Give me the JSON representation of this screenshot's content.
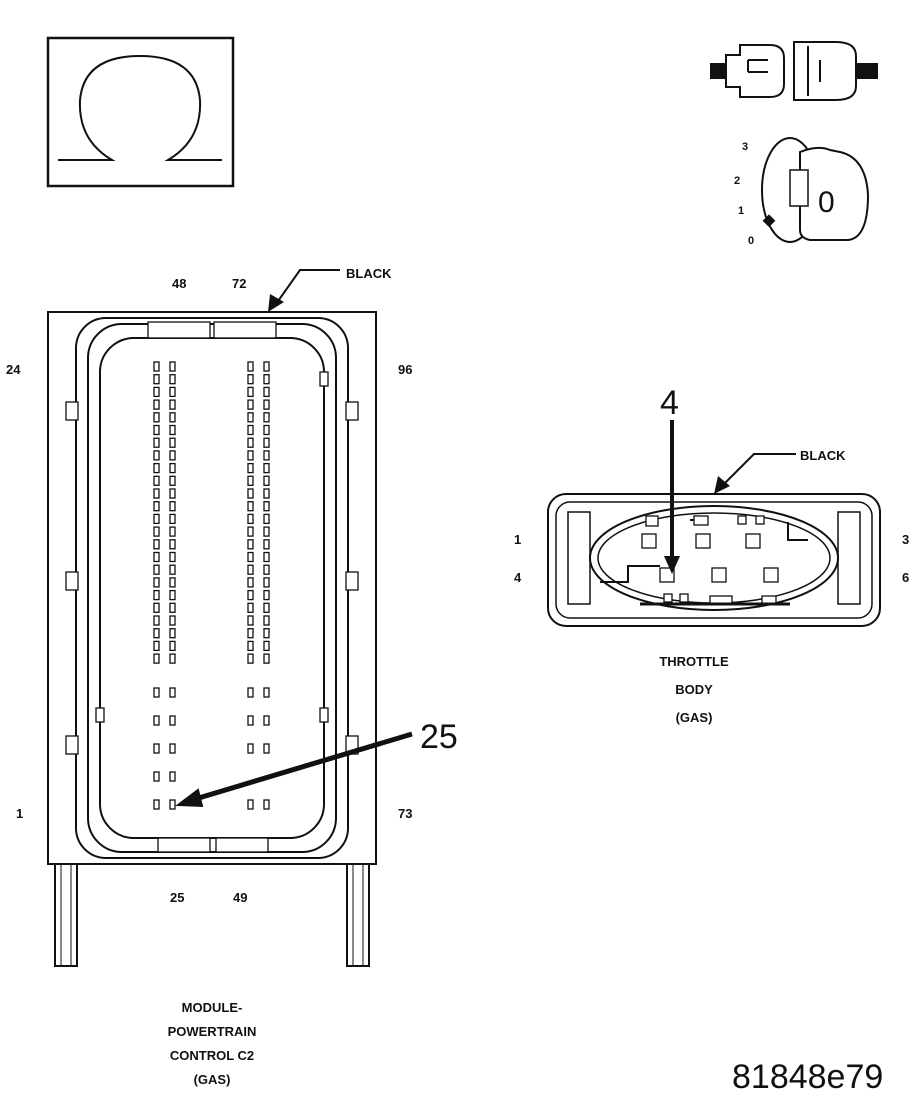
{
  "ohm_icon": {
    "symbol": "Ω",
    "name": "ohmmeter-icon"
  },
  "connector_icon": {
    "name": "connector-disconnected-icon"
  },
  "ignition_icon": {
    "positions": [
      "3",
      "2",
      "1",
      "0"
    ],
    "key_label": "0"
  },
  "pcm_connector": {
    "color_label": "BLACK",
    "pin_labels": {
      "top_left": "48",
      "top_right": "72",
      "left_top": "24",
      "right_top": "96",
      "left_bottom": "1",
      "right_bottom": "73",
      "bottom_left": "25",
      "bottom_right": "49"
    },
    "callout_pin": "25",
    "caption": [
      "MODULE-",
      "POWERTRAIN",
      "CONTROL C2",
      "(GAS)"
    ]
  },
  "throttle_connector": {
    "color_label": "BLACK",
    "callout_pin": "4",
    "pin_labels": {
      "left_top": "1",
      "left_bottom": "4",
      "right_top": "3",
      "right_bottom": "6"
    },
    "caption": [
      "THROTTLE",
      "BODY",
      "(GAS)"
    ]
  },
  "figure_id": "81848e79"
}
